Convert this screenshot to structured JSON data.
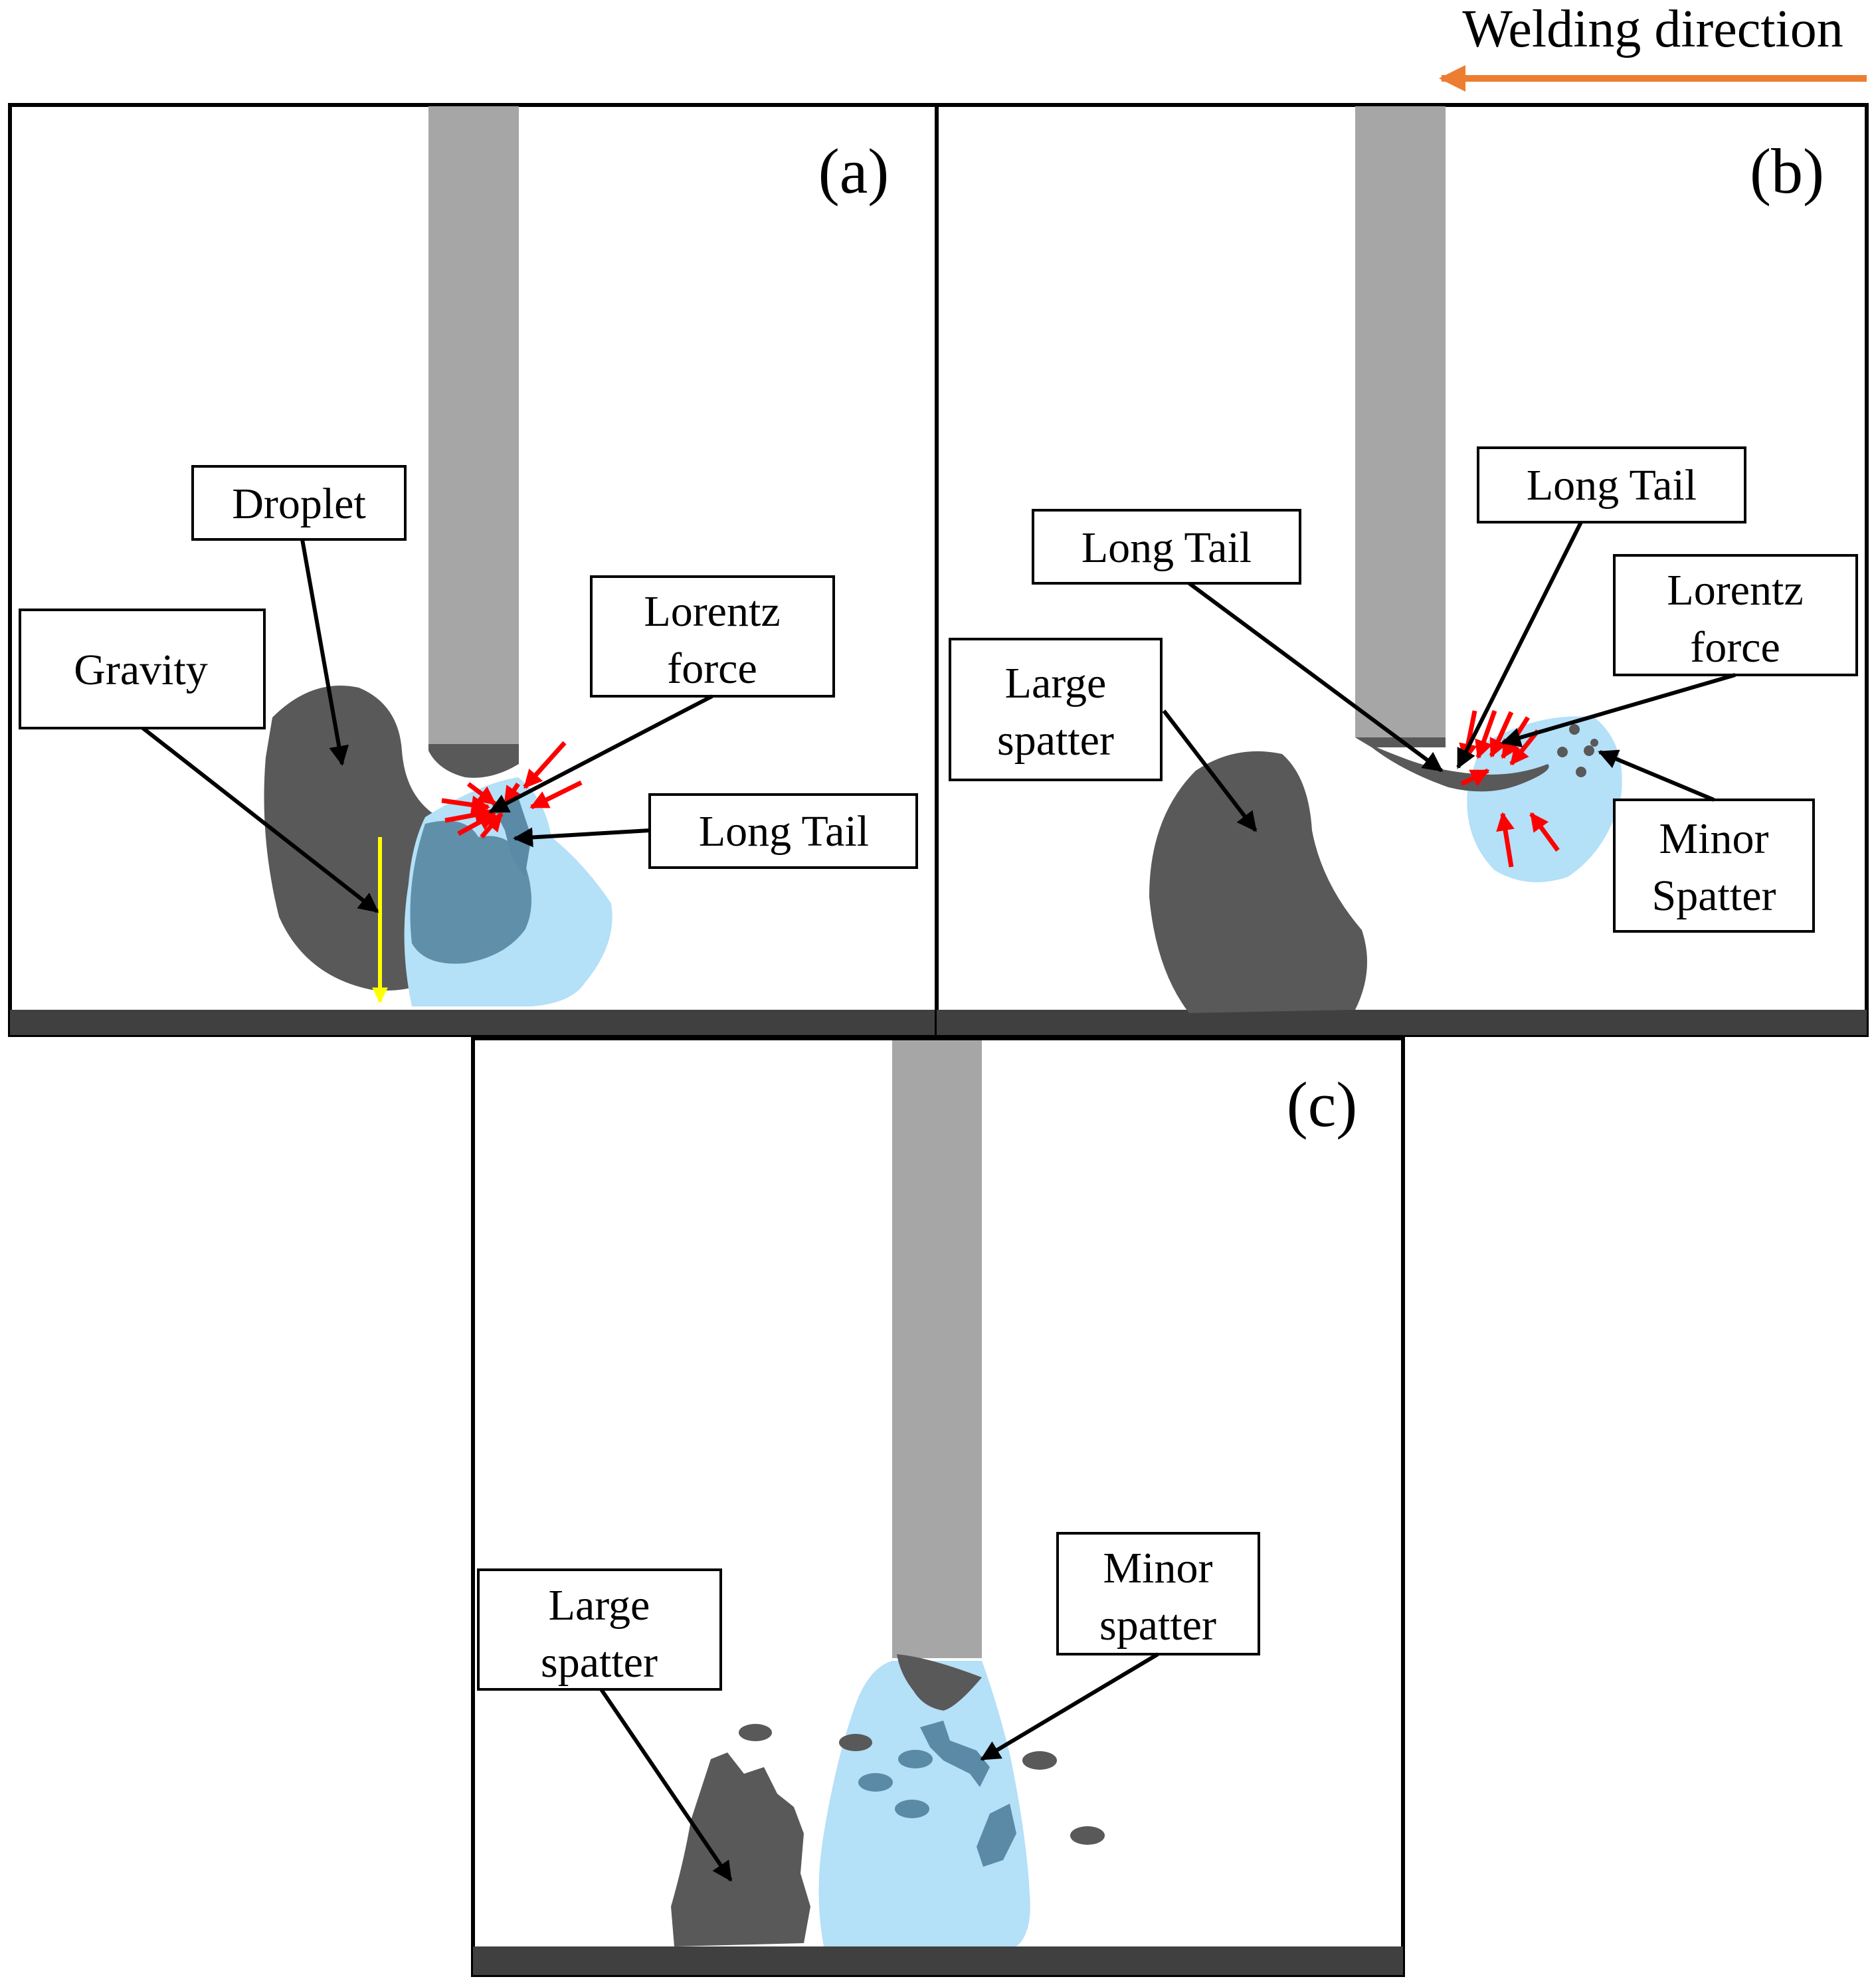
{
  "header": {
    "welding_direction": "Welding direction",
    "arrow_color": "#ed7d31"
  },
  "panel_a": {
    "tag": "(a)",
    "droplet": "Droplet",
    "gravity": "Gravity",
    "lorentz_line1": "Lorentz",
    "lorentz_line2": "force",
    "long_tail": "Long Tail"
  },
  "panel_b": {
    "tag": "(b)",
    "long_tail_left": "Long Tail",
    "long_tail_right": "Long Tail",
    "lorentz_line1": "Lorentz",
    "lorentz_line2": "force",
    "large_line1": "Large",
    "large_line2": "spatter",
    "minor_line1": "Minor",
    "minor_line2": "Spatter"
  },
  "panel_c": {
    "tag": "(c)",
    "large_line1": "Large",
    "large_line2": "spatter",
    "minor_line1": "Minor",
    "minor_line2": "spatter"
  },
  "colors": {
    "electrode": "#a6a6a6",
    "metal": "#595959",
    "plasma": "#b4e0f8",
    "force": "#ff0000",
    "gravity": "#ffff00"
  }
}
